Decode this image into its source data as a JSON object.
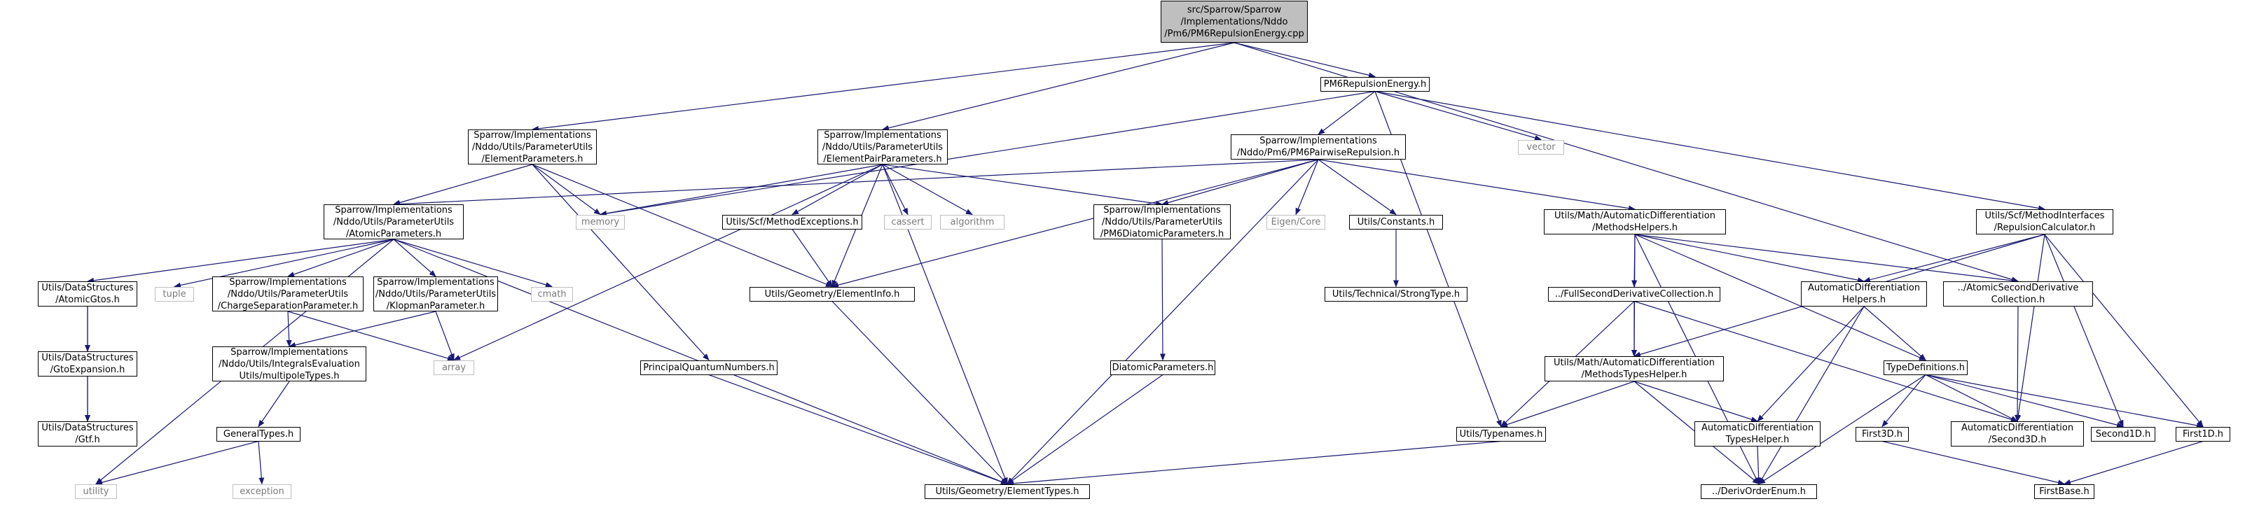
{
  "nodes": [
    {
      "id": "root",
      "label": "src/Sparrow/Sparrow\n/Implementations/Nddo\n/Pm6/PM6RepulsionEnergy.cpp",
      "kind": "root"
    },
    {
      "id": "pm6rep",
      "label": "PM6RepulsionEnergy.h",
      "kind": "file"
    },
    {
      "id": "elemparams",
      "label": "Sparrow/Implementations\n/Nddo/Utils/ParameterUtils\n/ElementParameters.h",
      "kind": "file"
    },
    {
      "id": "elempair",
      "label": "Sparrow/Implementations\n/Nddo/Utils/ParameterUtils\n/ElementPairParameters.h",
      "kind": "file"
    },
    {
      "id": "pairwise",
      "label": "Sparrow/Implementations\n/Nddo/Pm6/PM6PairwiseRepulsion.h",
      "kind": "file"
    },
    {
      "id": "vector",
      "label": "vector",
      "kind": "system"
    },
    {
      "id": "repcalc",
      "label": "Utils/Scf/MethodInterfaces\n/RepulsionCalculator.h",
      "kind": "file"
    },
    {
      "id": "atomicparams",
      "label": "Sparrow/Implementations\n/Nddo/Utils/ParameterUtils\n/AtomicParameters.h",
      "kind": "file"
    },
    {
      "id": "memory",
      "label": "memory",
      "kind": "system"
    },
    {
      "id": "methexc",
      "label": "Utils/Scf/MethodExceptions.h",
      "kind": "file"
    },
    {
      "id": "cassert",
      "label": "cassert",
      "kind": "system"
    },
    {
      "id": "algorithm",
      "label": "algorithm",
      "kind": "system"
    },
    {
      "id": "pm6diat",
      "label": "Sparrow/Implementations\n/Nddo/Utils/ParameterUtils\n/PM6DiatomicParameters.h",
      "kind": "file"
    },
    {
      "id": "eigen",
      "label": "Eigen/Core",
      "kind": "system"
    },
    {
      "id": "constants",
      "label": "Utils/Constants.h",
      "kind": "file"
    },
    {
      "id": "methhelpers",
      "label": "Utils/Math/AutomaticDifferentiation\n/MethodsHelpers.h",
      "kind": "file"
    },
    {
      "id": "atomicgtos",
      "label": "Utils/DataStructures\n/AtomicGtos.h",
      "kind": "file"
    },
    {
      "id": "tuple",
      "label": "tuple",
      "kind": "system"
    },
    {
      "id": "chargesep",
      "label": "Sparrow/Implementations\n/Nddo/Utils/ParameterUtils\n/ChargeSeparationParameter.h",
      "kind": "file"
    },
    {
      "id": "klopman",
      "label": "Sparrow/Implementations\n/Nddo/Utils/ParameterUtils\n/KlopmanParameter.h",
      "kind": "file"
    },
    {
      "id": "cmath",
      "label": "cmath",
      "kind": "system"
    },
    {
      "id": "eleminfo",
      "label": "Utils/Geometry/ElementInfo.h",
      "kind": "file"
    },
    {
      "id": "strongtype",
      "label": "Utils/Technical/StrongType.h",
      "kind": "file"
    },
    {
      "id": "fullsecond",
      "label": "../FullSecondDerivativeCollection.h",
      "kind": "file"
    },
    {
      "id": "adhelpers",
      "label": "AutomaticDifferentiation\nHelpers.h",
      "kind": "file"
    },
    {
      "id": "atomicsecond",
      "label": "../AtomicSecondDerivative\nCollection.h",
      "kind": "file"
    },
    {
      "id": "gtoexp",
      "label": "Utils/DataStructures\n/GtoExpansion.h",
      "kind": "file"
    },
    {
      "id": "multipole",
      "label": "Sparrow/Implementations\n/Nddo/Utils/IntegralsEvaluation\nUtils/multipoleTypes.h",
      "kind": "file"
    },
    {
      "id": "array",
      "label": "array",
      "kind": "system"
    },
    {
      "id": "pqn",
      "label": "PrincipalQuantumNumbers.h",
      "kind": "file"
    },
    {
      "id": "diatparams",
      "label": "DiatomicParameters.h",
      "kind": "file"
    },
    {
      "id": "methtypes",
      "label": "Utils/Math/AutomaticDifferentiation\n/MethodsTypesHelper.h",
      "kind": "file"
    },
    {
      "id": "typedefs",
      "label": "TypeDefinitions.h",
      "kind": "file"
    },
    {
      "id": "gtf",
      "label": "Utils/DataStructures\n/Gtf.h",
      "kind": "file"
    },
    {
      "id": "generaltypes",
      "label": "GeneralTypes.h",
      "kind": "file"
    },
    {
      "id": "typenames",
      "label": "Utils/Typenames.h",
      "kind": "file"
    },
    {
      "id": "adtypes",
      "label": "AutomaticDifferentiation\nTypesHelper.h",
      "kind": "file"
    },
    {
      "id": "first3d",
      "label": "First3D.h",
      "kind": "file"
    },
    {
      "id": "second3d",
      "label": "AutomaticDifferentiation\n/Second3D.h",
      "kind": "file"
    },
    {
      "id": "second1d",
      "label": "Second1D.h",
      "kind": "file"
    },
    {
      "id": "first1d",
      "label": "First1D.h",
      "kind": "file"
    },
    {
      "id": "utility",
      "label": "utility",
      "kind": "system"
    },
    {
      "id": "exception",
      "label": "exception",
      "kind": "system"
    },
    {
      "id": "elemtypes",
      "label": "Utils/Geometry/ElementTypes.h",
      "kind": "file"
    },
    {
      "id": "derivorder",
      "label": "../DerivOrderEnum.h",
      "kind": "file"
    },
    {
      "id": "firstbase",
      "label": "FirstBase.h",
      "kind": "file"
    }
  ],
  "edges": [
    [
      "root",
      "pm6rep"
    ],
    [
      "root",
      "elemparams"
    ],
    [
      "root",
      "elempair"
    ],
    [
      "root",
      "atomicsecond"
    ],
    [
      "pm6rep",
      "pairwise"
    ],
    [
      "pm6rep",
      "vector"
    ],
    [
      "pm6rep",
      "repcalc"
    ],
    [
      "pm6rep",
      "memory"
    ],
    [
      "pm6rep",
      "typenames"
    ],
    [
      "elemparams",
      "atomicparams"
    ],
    [
      "elemparams",
      "memory"
    ],
    [
      "elemparams",
      "eleminfo"
    ],
    [
      "elemparams",
      "pqn"
    ],
    [
      "elempair",
      "memory"
    ],
    [
      "elempair",
      "methexc"
    ],
    [
      "elempair",
      "cassert"
    ],
    [
      "elempair",
      "algorithm"
    ],
    [
      "elempair",
      "pm6diat"
    ],
    [
      "elempair",
      "eleminfo"
    ],
    [
      "elempair",
      "array"
    ],
    [
      "elempair",
      "elemtypes"
    ],
    [
      "pairwise",
      "atomicparams"
    ],
    [
      "pairwise",
      "pm6diat"
    ],
    [
      "pairwise",
      "eigen"
    ],
    [
      "pairwise",
      "constants"
    ],
    [
      "pairwise",
      "methhelpers"
    ],
    [
      "pairwise",
      "eleminfo"
    ],
    [
      "pairwise",
      "elemtypes"
    ],
    [
      "repcalc",
      "adhelpers"
    ],
    [
      "repcalc",
      "second3d"
    ],
    [
      "repcalc",
      "second1d"
    ],
    [
      "repcalc",
      "first1d"
    ],
    [
      "repcalc",
      "methtypes"
    ],
    [
      "atomicparams",
      "atomicgtos"
    ],
    [
      "atomicparams",
      "tuple"
    ],
    [
      "atomicparams",
      "chargesep"
    ],
    [
      "atomicparams",
      "klopman"
    ],
    [
      "atomicparams",
      "cmath"
    ],
    [
      "atomicparams",
      "utility"
    ],
    [
      "atomicparams",
      "elemtypes"
    ],
    [
      "methexc",
      "eleminfo"
    ],
    [
      "constants",
      "strongtype"
    ],
    [
      "pm6diat",
      "diatparams"
    ],
    [
      "methhelpers",
      "fullsecond"
    ],
    [
      "methhelpers",
      "adhelpers"
    ],
    [
      "methhelpers",
      "atomicsecond"
    ],
    [
      "methhelpers",
      "typedefs"
    ],
    [
      "methhelpers",
      "methtypes"
    ],
    [
      "methhelpers",
      "derivorder"
    ],
    [
      "atomicgtos",
      "gtoexp"
    ],
    [
      "atomicgtos",
      "gtf"
    ],
    [
      "gtoexp",
      "gtf"
    ],
    [
      "chargesep",
      "multipole"
    ],
    [
      "chargesep",
      "array"
    ],
    [
      "klopman",
      "multipole"
    ],
    [
      "klopman",
      "array"
    ],
    [
      "multipole",
      "generaltypes"
    ],
    [
      "generaltypes",
      "utility"
    ],
    [
      "generaltypes",
      "exception"
    ],
    [
      "eleminfo",
      "elemtypes"
    ],
    [
      "pqn",
      "elemtypes"
    ],
    [
      "diatparams",
      "elemtypes"
    ],
    [
      "fullsecond",
      "methtypes"
    ],
    [
      "fullsecond",
      "typenames"
    ],
    [
      "fullsecond",
      "second3d"
    ],
    [
      "adhelpers",
      "typedefs"
    ],
    [
      "adhelpers",
      "adtypes"
    ],
    [
      "adhelpers",
      "derivorder"
    ],
    [
      "atomicsecond",
      "second3d"
    ],
    [
      "methtypes",
      "typenames"
    ],
    [
      "methtypes",
      "adtypes"
    ],
    [
      "methtypes",
      "derivorder"
    ],
    [
      "typedefs",
      "first3d"
    ],
    [
      "typedefs",
      "second3d"
    ],
    [
      "typedefs",
      "second1d"
    ],
    [
      "typedefs",
      "first1d"
    ],
    [
      "typedefs",
      "derivorder"
    ],
    [
      "typenames",
      "elemtypes"
    ],
    [
      "adtypes",
      "derivorder"
    ],
    [
      "first3d",
      "firstbase"
    ],
    [
      "first1d",
      "firstbase"
    ]
  ],
  "colors": {
    "edge": "#191970",
    "root_fill": "#bfbfbf",
    "node_border": "#000000",
    "system_border": "#bfbfbf",
    "system_text": "#7a7a7a"
  }
}
